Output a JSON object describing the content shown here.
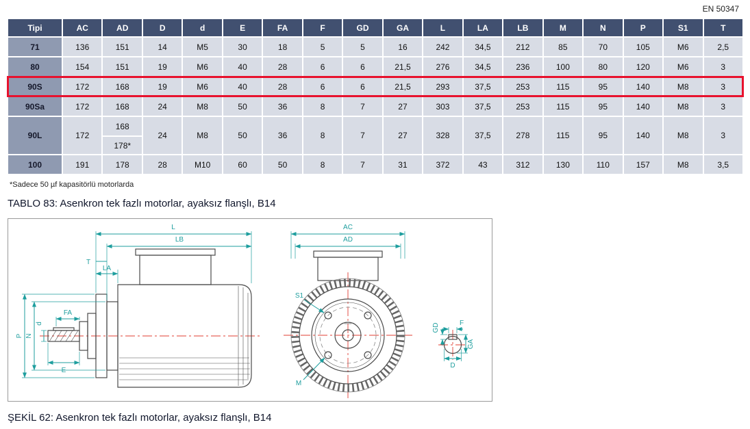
{
  "standard": "EN 50347",
  "table": {
    "columns": [
      "Tipi",
      "AC",
      "AD",
      "D",
      "d",
      "E",
      "FA",
      "F",
      "GD",
      "GA",
      "L",
      "LA",
      "LB",
      "M",
      "N",
      "P",
      "S1",
      "T"
    ],
    "rows": [
      {
        "type": "71",
        "highlighted": false,
        "cells": [
          "136",
          "151",
          "14",
          "M5",
          "30",
          "18",
          "5",
          "5",
          "16",
          "242",
          "34,5",
          "212",
          "85",
          "70",
          "105",
          "M6",
          "2,5"
        ]
      },
      {
        "type": "80",
        "highlighted": false,
        "cells": [
          "154",
          "151",
          "19",
          "M6",
          "40",
          "28",
          "6",
          "6",
          "21,5",
          "276",
          "34,5",
          "236",
          "100",
          "80",
          "120",
          "M6",
          "3"
        ]
      },
      {
        "type": "90S",
        "highlighted": true,
        "cells": [
          "172",
          "168",
          "19",
          "M6",
          "40",
          "28",
          "6",
          "6",
          "21,5",
          "293",
          "37,5",
          "253",
          "115",
          "95",
          "140",
          "M8",
          "3"
        ]
      },
      {
        "type": "90Sa",
        "highlighted": false,
        "cells": [
          "172",
          "168",
          "24",
          "M8",
          "50",
          "36",
          "8",
          "7",
          "27",
          "303",
          "37,5",
          "253",
          "115",
          "95",
          "140",
          "M8",
          "3"
        ]
      },
      {
        "type": "90L",
        "highlighted": false,
        "cells": [
          "172",
          [
            "168",
            "178*"
          ],
          "24",
          "M8",
          "50",
          "36",
          "8",
          "7",
          "27",
          "328",
          "37,5",
          "278",
          "115",
          "95",
          "140",
          "M8",
          "3"
        ]
      },
      {
        "type": "100",
        "highlighted": false,
        "cells": [
          "191",
          "178",
          "28",
          "M10",
          "60",
          "50",
          "8",
          "7",
          "31",
          "372",
          "43",
          "312",
          "130",
          "110",
          "157",
          "M8",
          "3,5"
        ]
      }
    ]
  },
  "footnote": "*Sadece 50 µf kapasitörlü motorlarda",
  "table_caption": "TABLO 83: Asenkron tek fazlı motorlar, ayaksız flanşlı, B14",
  "figure_caption": "ŞEKİL 62: Asenkron tek fazlı motorlar, ayaksız flanşlı, B14",
  "figure": {
    "labels": {
      "L": "L",
      "LB": "LB",
      "T": "T",
      "LA": "LA",
      "FA": "FA",
      "E": "E",
      "P": "P",
      "N": "N",
      "d": "d",
      "AC": "AC",
      "AD": "AD",
      "S1": "S1",
      "M": "M",
      "F": "F",
      "GD": "GD",
      "GA": "GA",
      "D": "D"
    }
  },
  "colors": {
    "header_bg": "#415070",
    "type_column_bg": "#8f9ab1",
    "cell_bg": "#d8dce5",
    "highlight_red": "#e8112d",
    "dimension_teal": "#1e9e9e",
    "centerline_red": "#e03c31"
  }
}
